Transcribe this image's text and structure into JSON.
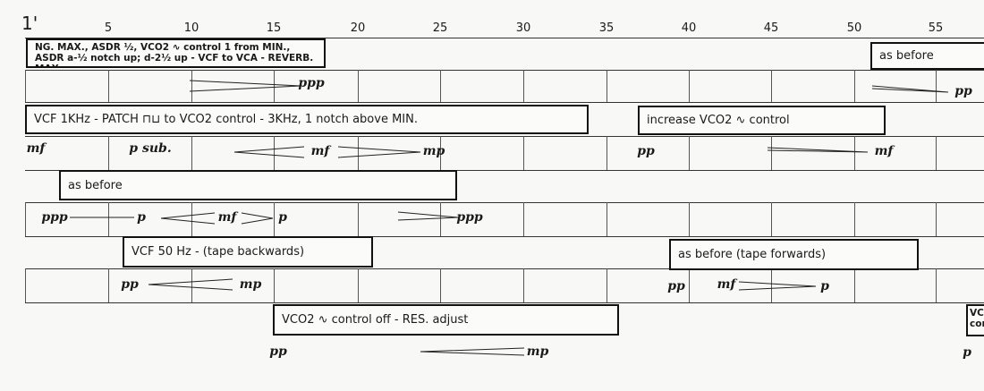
{
  "timeline": {
    "start_label": "1'",
    "ticks": [
      "5",
      "10",
      "15",
      "20",
      "25",
      "30",
      "35",
      "40",
      "45",
      "50",
      "55"
    ]
  },
  "instructions": {
    "setup": "NG. MAX., ASDR ½, VCO2 ∿ control 1 from MIN., ASDR a-½ notch up; d-2½ up - VCF to VCA - REVERB. MAX",
    "as_before_1": "as before",
    "vcf_1khz": "VCF 1KHz - PATCH ⊓⊔ to VCO2 control - 3KHz, 1 notch above MIN.",
    "increase_vco2": "increase VCO2 ∿ control",
    "as_before_2": "as before",
    "vcf_50hz": "VCF 50 Hz - (tape backwards)",
    "as_before_tape": "as before (tape forwards)",
    "vco2_off": "VCO2 ∿ control off - RES. adjust",
    "vc_cut": "VC con"
  },
  "dynamics": {
    "r1_ppp": "ppp",
    "r1_pp": "pp",
    "r2_mf": "mf",
    "r2_psub": "p sub.",
    "r2_mf_mid": "mf",
    "r2_mp": "mp",
    "r2_pp": "pp",
    "r2_mf_end": "mf",
    "r3_ppp": "ppp",
    "r3_p": "p",
    "r3_mf": "mf",
    "r3_p2": "p",
    "r3_ppp2": "ppp",
    "r4_pp": "pp",
    "r4_mp": "mp",
    "r4_pp2": "pp",
    "r4_mf": "mf",
    "r4_p": "p",
    "r5_pp": "pp",
    "r5_mp": "mp",
    "r5_p": "p"
  }
}
